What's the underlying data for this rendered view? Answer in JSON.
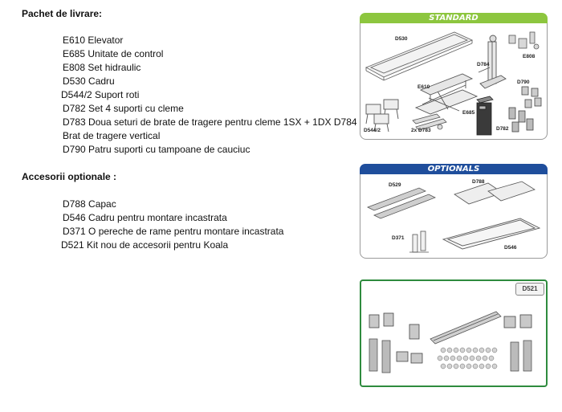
{
  "package": {
    "title": "Pachet de livrare:",
    "items": [
      "E610 Elevator",
      "E685 Unitate de control",
      "E808 Set hidraulic",
      "D530 Cadru",
      "D544/2 Suport roti",
      "D782  Set 4 suporti cu cleme",
      "D783 Doua seturi de brate de tragere pentru cleme 1SX + 1DX D784",
      "Brat de tragere vertical",
      "D790  Patru suporti cu tampoane de cauciuc"
    ]
  },
  "optional": {
    "title": "Accesorii optionale :",
    "items": [
      "D788  Capac",
      "D546  Cadru pentru montare incastrata",
      "D371  O pereche de rame pentru montare incastrata",
      "D521  Kit nou de accesorii pentru Koala"
    ]
  },
  "standard_panel": {
    "header": "STANDARD",
    "color": "#8dc63f",
    "labels": {
      "d530": "D530",
      "e808": "E808",
      "d784": "D784",
      "e610": "E610",
      "d790": "D790",
      "e685": "E685",
      "d544": "D544/2",
      "d783": "2x D783",
      "d782": "D782"
    }
  },
  "optionals_panel": {
    "header": "OPTIONALS",
    "color": "#1f4e9c",
    "labels": {
      "d529": "D529",
      "d788": "D788",
      "d371": "D371",
      "d546": "D546"
    }
  },
  "kit_panel": {
    "label": "D521",
    "color": "#2e8b3e"
  }
}
